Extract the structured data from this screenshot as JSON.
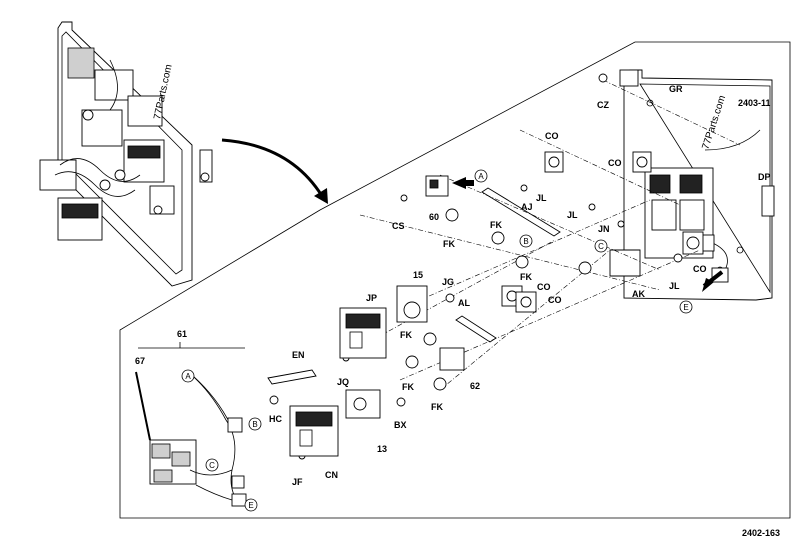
{
  "labels": {
    "CZ": "CZ",
    "GR": "GR",
    "ref_code": "2403-11",
    "DP": "DP",
    "CO_top1": "CO",
    "CO_top2": "CO",
    "CO_mid1": "CO",
    "CO_mid2": "CO",
    "CO_right": "CO",
    "JL1": "JL",
    "JL2": "JL",
    "JL3": "JL",
    "JN": "JN",
    "AJ": "AJ",
    "AK": "AK",
    "CS": "CS",
    "p60": "60",
    "FK1": "FK",
    "FK2": "FK",
    "FK3": "FK",
    "FK4": "FK",
    "FK5": "FK",
    "FK6": "FK",
    "JG": "JG",
    "AL": "AL",
    "p15": "15",
    "JP": "JP",
    "JQ": "JQ",
    "EN": "EN",
    "HC": "HC",
    "p61": "61",
    "p67": "67",
    "p62": "62",
    "CN": "CN",
    "JF": "JF",
    "p13": "13",
    "BX": "BX"
  },
  "callouts": {
    "A": "A",
    "B": "B",
    "C": "C",
    "E": "E"
  },
  "watermarks": {
    "wm1": "77Parts.com",
    "wm2": "77Parts.com"
  },
  "figure_id": "2402-163"
}
